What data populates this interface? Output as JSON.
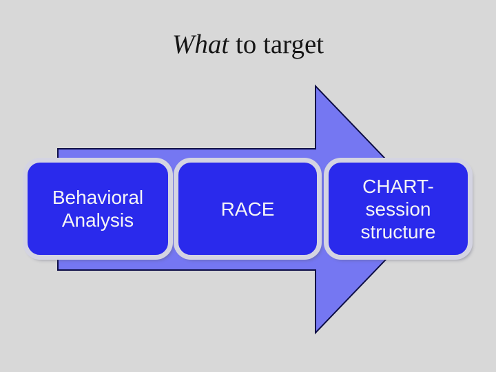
{
  "slide": {
    "title": {
      "emphasized": "What",
      "rest": " to target"
    },
    "arrow": {
      "fill": "#7577F2",
      "outline": "#0E0E45"
    },
    "boxes": [
      {
        "label": "Behavioral Analysis",
        "text": "Behavioral\nAnalysis"
      },
      {
        "label": "RACE",
        "text": "RACE"
      },
      {
        "label": "CHART-session structure",
        "text": "CHART-\nsession\nstructure"
      }
    ],
    "colors": {
      "background": "#D8D8D8",
      "box-fill": "#2A2AEC",
      "box-border": "#D4D4E2",
      "box-text": "#F4F4F6",
      "arrow-fill": "#7577F2",
      "arrow-outline": "#0E0E45",
      "title-color": "#161616"
    }
  }
}
